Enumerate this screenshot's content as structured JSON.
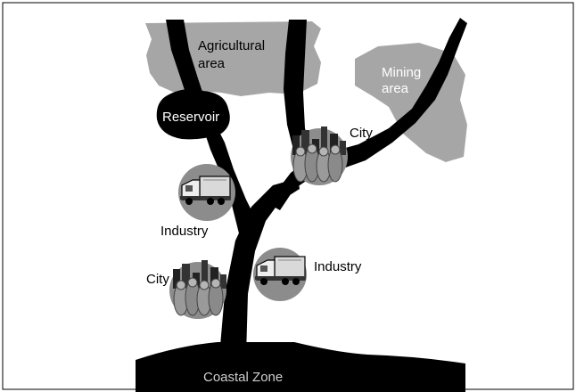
{
  "labels": {
    "agricultural_line1": "Agricultural",
    "agricultural_line2": "area",
    "mining_line1": "Mining",
    "mining_line2": "area",
    "reservoir": "Reservoir",
    "city_upper": "City",
    "city_lower": "City",
    "industry_left": "Industry",
    "industry_right": "Industry",
    "coastal_zone": "Coastal Zone"
  },
  "colors": {
    "river": "#000000",
    "land_area": "#a6a6a6",
    "badge_circle": "#8c8c8c",
    "background": "#ffffff"
  },
  "icons": [
    "truck-icon",
    "city-icon"
  ]
}
